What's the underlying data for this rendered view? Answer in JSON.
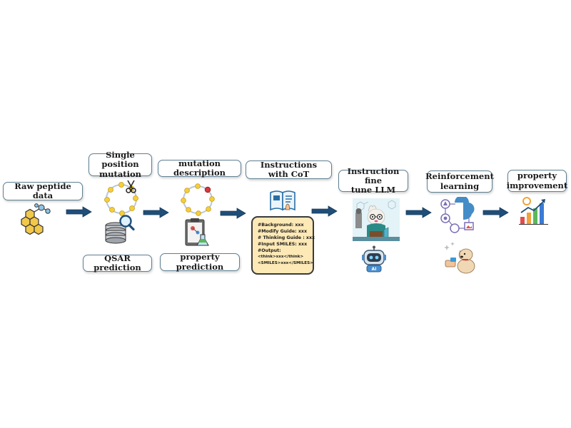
{
  "steps": {
    "raw": "Raw peptide data",
    "single": "Single position\nmutation",
    "qsar": "QSAR prediction",
    "mutdesc": "mutation description",
    "propred": "property prediction",
    "instr": "Instructions with CoT",
    "finetune": "Instruction fine\ntune LLM",
    "rl": "Reinforcement\nlearning",
    "improve": "property\nimprovement"
  },
  "cot_prompt": {
    "background": "#Background: xxx",
    "modify": "#Modify Guide: xxx",
    "thinking": "# Thinking Guide : xxx",
    "input": "#Input SMILES: xxx",
    "output": "#Output:",
    "think": "<think>xxx</think>",
    "smiles": "<SMILES>xxx</SMILES>"
  },
  "robot_badge": "AI",
  "colors": {
    "arrow": "#1f4e79",
    "border": "#5f7f93",
    "cot_fill": "#fde9b6",
    "bead": "#f4cf3c",
    "chain": "#b9c8d8"
  }
}
